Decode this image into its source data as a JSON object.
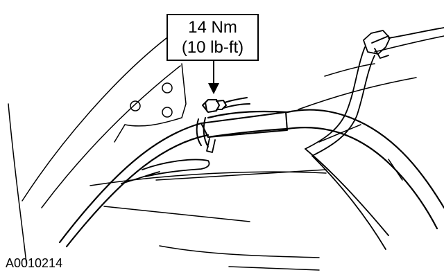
{
  "callout": {
    "torque_metric": "14 Nm",
    "torque_imperial": "(10 lb-ft)"
  },
  "figure_id": "A0010214",
  "colors": {
    "line": "#000000",
    "background": "#ffffff"
  }
}
